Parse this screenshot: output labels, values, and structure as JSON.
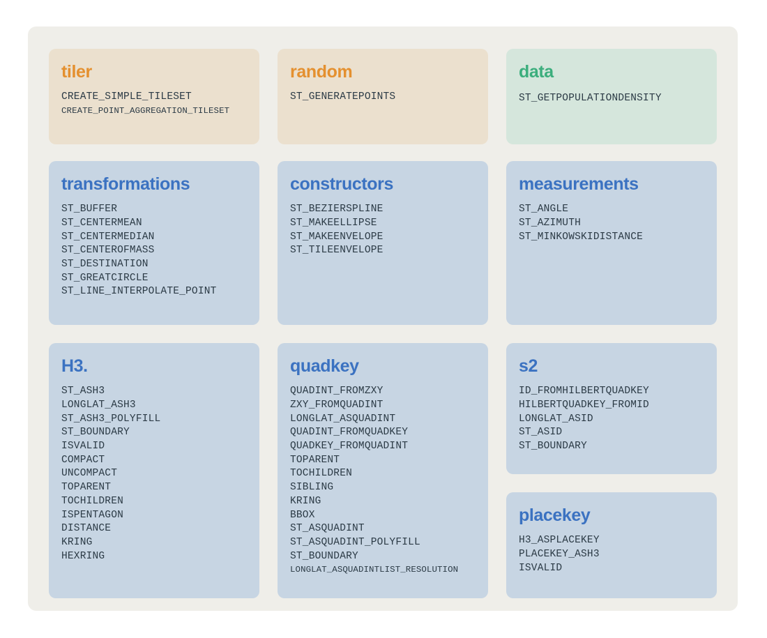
{
  "theme": {
    "page_background": "#ffffff",
    "panel_background": "#efeee9",
    "card_blue": "#c7d5e3",
    "card_tan": "#ebe0ce",
    "card_mint": "#d5e6dc",
    "title_orange": "#e4902f",
    "title_green": "#3cae7d",
    "title_blue": "#3b72c1",
    "function_text": "#2b3a45"
  },
  "cards": {
    "tiler": {
      "title": "tiler",
      "functions": [
        "CREATE_SIMPLE_TILESET",
        "CREATE_POINT_AGGREGATION_TILESET"
      ]
    },
    "random": {
      "title": "random",
      "functions": [
        "ST_GENERATEPOINTS"
      ]
    },
    "data": {
      "title": "data",
      "functions": [
        "ST_GETPOPULATIONDENSITY"
      ]
    },
    "transformations": {
      "title": "transformations",
      "functions": [
        "ST_BUFFER",
        "ST_CENTERMEAN",
        "ST_CENTERMEDIAN",
        "ST_CENTEROFMASS",
        "ST_DESTINATION",
        "ST_GREATCIRCLE",
        "ST_LINE_INTERPOLATE_POINT"
      ]
    },
    "constructors": {
      "title": "constructors",
      "functions": [
        "ST_BEZIERSPLINE",
        "ST_MAKEELLIPSE",
        "ST_MAKEENVELOPE",
        "ST_TILEENVELOPE"
      ]
    },
    "measurements": {
      "title": "measurements",
      "functions": [
        "ST_ANGLE",
        "ST_AZIMUTH",
        "ST_MINKOWSKIDISTANCE"
      ]
    },
    "h3": {
      "title": "H3.",
      "functions": [
        "ST_ASH3",
        "LONGLAT_ASH3",
        "ST_ASH3_POLYFILL",
        "ST_BOUNDARY",
        "ISVALID",
        "COMPACT",
        "UNCOMPACT",
        "TOPARENT",
        "TOCHILDREN",
        "ISPENTAGON",
        "DISTANCE",
        "KRING",
        "HEXRING"
      ]
    },
    "quadkey": {
      "title": "quadkey",
      "functions": [
        "QUADINT_FROMZXY",
        "ZXY_FROMQUADINT",
        "LONGLAT_ASQUADINT",
        "QUADINT_FROMQUADKEY",
        "QUADKEY_FROMQUADINT",
        "TOPARENT",
        "TOCHILDREN",
        "SIBLING",
        "KRING",
        "BBOX",
        "ST_ASQUADINT",
        "ST_ASQUADINT_POLYFILL",
        "ST_BOUNDARY",
        "LONGLAT_ASQUADINTLIST_RESOLUTION"
      ]
    },
    "s2": {
      "title": "s2",
      "functions": [
        "ID_FROMHILBERTQUADKEY",
        "HILBERTQUADKEY_FROMID",
        "LONGLAT_ASID",
        "ST_ASID",
        "ST_BOUNDARY"
      ]
    },
    "placekey": {
      "title": "placekey",
      "functions": [
        "H3_ASPLACEKEY",
        "PLACEKEY_ASH3",
        "ISVALID"
      ]
    }
  }
}
